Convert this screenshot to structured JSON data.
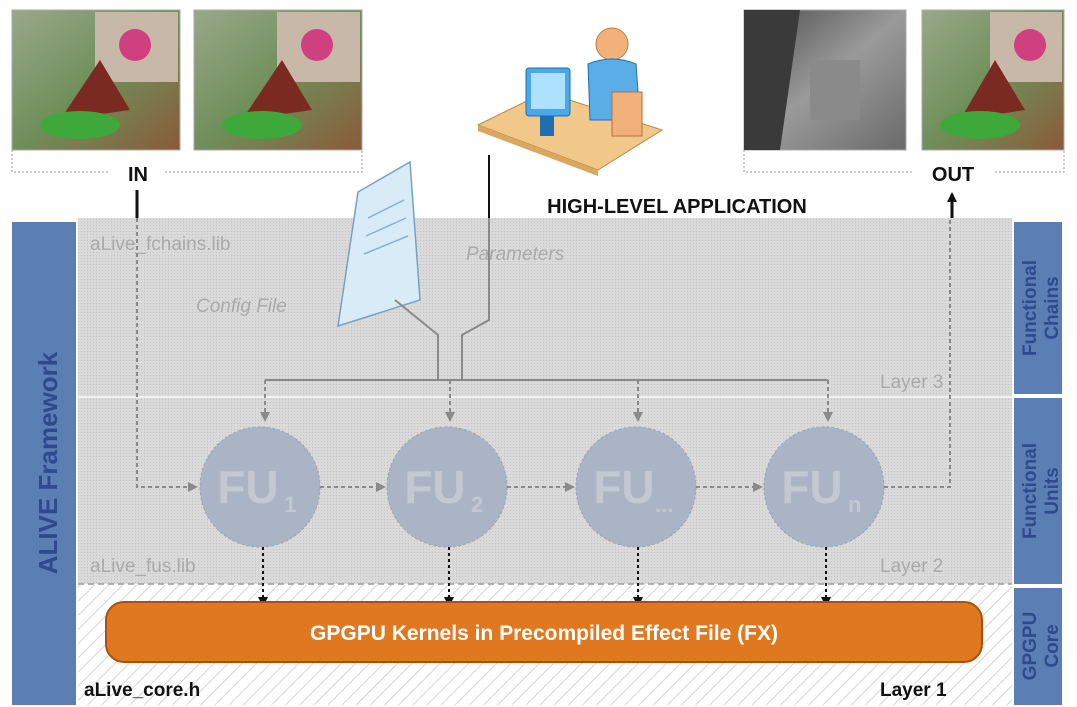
{
  "labels": {
    "in": "IN",
    "out": "OUT",
    "high_level_application": "HIGH-LEVEL APPLICATION",
    "parameters": "Parameters",
    "config_file": "Config File",
    "fchains_lib": "aLive_fchains.lib",
    "fus_lib": "aLive_fus.lib",
    "core_h": "aLive_core.h",
    "layer3": "Layer 3",
    "layer2": "Layer 2",
    "layer1": "Layer 1",
    "framework": "ALIVE Framework",
    "gpgpu_bar": "GPGPU Kernels in Precompiled Effect File (FX)"
  },
  "side_labels": {
    "chains": [
      "Functional",
      "Chains"
    ],
    "units": [
      "Functional",
      "Units"
    ],
    "core": [
      "GPGPU",
      "Core"
    ]
  },
  "functional_units": [
    {
      "base": "FU",
      "sub": "1"
    },
    {
      "base": "FU",
      "sub": "2"
    },
    {
      "base": "FU",
      "sub": "..."
    },
    {
      "base": "FU",
      "sub": "n"
    }
  ],
  "colors": {
    "side_blue": "#5b7fb5",
    "side_text": "#2e4a8a",
    "gpgpu_orange": "#e07820",
    "fu_circle": "#aab4c4",
    "layer_gray": "#d8d8d8"
  }
}
